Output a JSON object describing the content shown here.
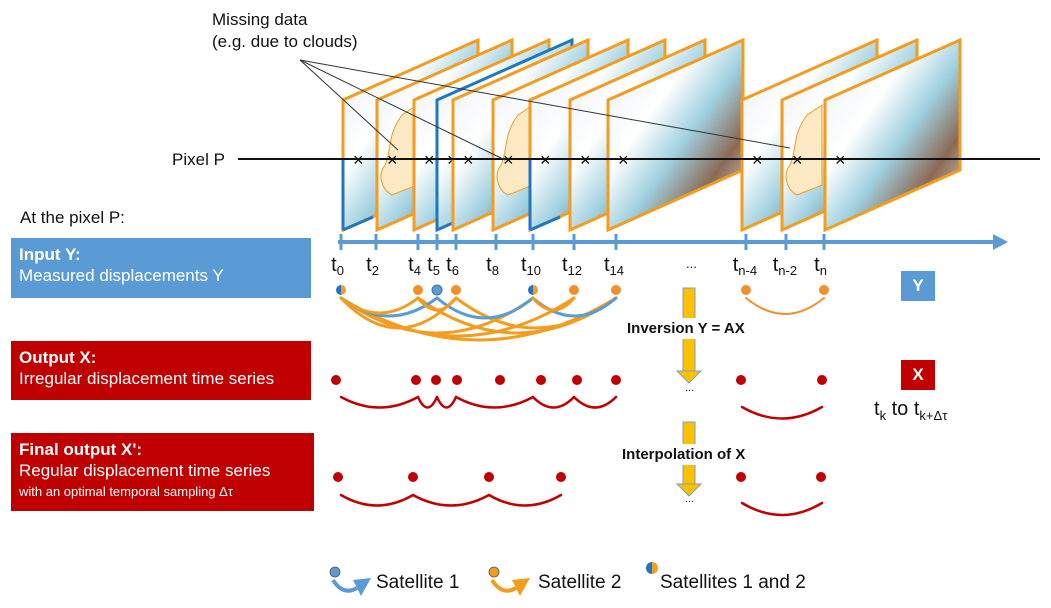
{
  "annotations": {
    "missing_data": "Missing data",
    "missing_data_note": "(e.g. due to clouds)",
    "pixel_p": "Pixel P",
    "at_pixel": "At the pixel P:"
  },
  "boxes": {
    "input": {
      "title": "Input Y:",
      "text": "Measured displacements Y"
    },
    "output": {
      "title": "Output X:",
      "text": "Irregular displacement time series"
    },
    "final": {
      "title": "Final output X':",
      "text": "Regular displacement time series",
      "subtext": "with an optimal temporal sampling Δτ"
    }
  },
  "timeline": {
    "ticks": [
      {
        "base": "t",
        "sub": "0",
        "sat": "both"
      },
      {
        "base": "t",
        "sub": "2",
        "sat": "none"
      },
      {
        "base": "t",
        "sub": "4",
        "sat": "s2"
      },
      {
        "base": "t",
        "sub": "5",
        "sat": "s1"
      },
      {
        "base": "t",
        "sub": "6",
        "sat": "s2"
      },
      {
        "base": "t",
        "sub": "8",
        "sat": "none"
      },
      {
        "base": "t",
        "sub": "10",
        "sat": "both"
      },
      {
        "base": "t",
        "sub": "12",
        "sat": "s2"
      },
      {
        "base": "t",
        "sub": "14",
        "sat": "s2"
      },
      {
        "base": "t",
        "sub": "n-4",
        "sat": "s2"
      },
      {
        "base": "t",
        "sub": "n-2",
        "sat": "none"
      },
      {
        "base": "t",
        "sub": "n",
        "sat": "s2"
      }
    ],
    "ellipsis": "..."
  },
  "steps": {
    "inversion": "Inversion Y = AX",
    "interpolation": "Interpolation of X",
    "ellipsis": "..."
  },
  "mini_boxes": {
    "y": "Y",
    "x": "X",
    "x_caption_base": "t",
    "x_caption_sub1": "k",
    "x_caption_mid": " to t",
    "x_caption_sub2": "k+Δτ"
  },
  "legend": [
    {
      "label": "Satellite 1",
      "color": "#5b9bd5"
    },
    {
      "label": "Satellite 2",
      "color": "#f39c1e"
    },
    {
      "label": "Satellites 1 and 2",
      "color": "both"
    }
  ],
  "colors": {
    "satellite1": "#5b9bd5",
    "satellite2": "#f39c1e",
    "output": "#c00000",
    "arrow": "#ffc000",
    "cloud": "#fde9c4"
  }
}
